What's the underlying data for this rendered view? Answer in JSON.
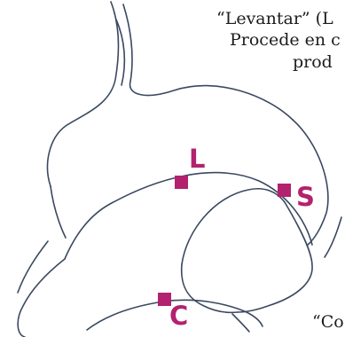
{
  "text_lines": [
    "“Levantar” (L",
    "Procede en c",
    "prod",
    "“Co"
  ],
  "points": [
    {
      "letter": "L"
    },
    {
      "letter": "S"
    },
    {
      "letter": "C"
    }
  ],
  "colors": {
    "marker": "#b3226e",
    "outline": "#3a4860",
    "text": "#1c1c1c"
  }
}
